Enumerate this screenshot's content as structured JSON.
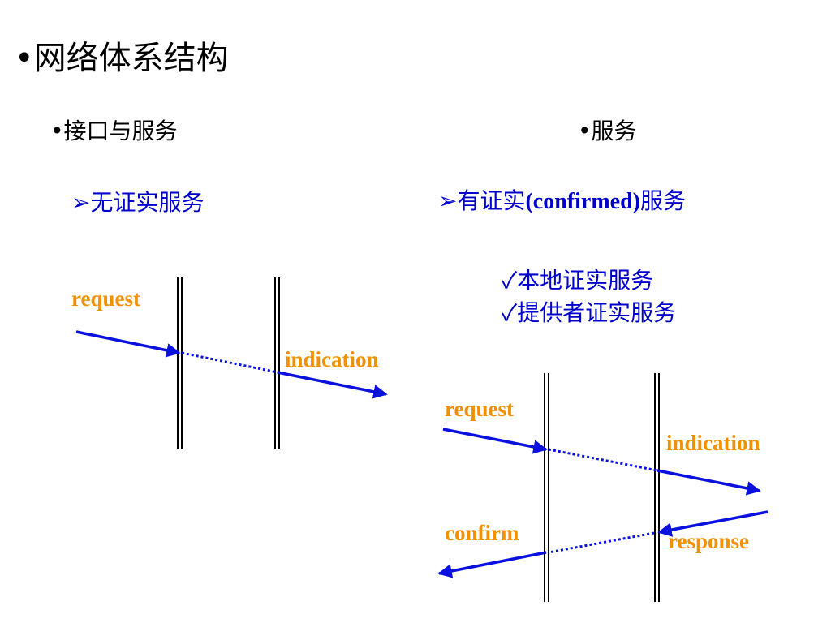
{
  "title": "•网络体系结构",
  "left": {
    "heading": "•接口与服务",
    "subheading": "➢无证实服务",
    "labels": {
      "request": "request",
      "indication": "indication"
    }
  },
  "right": {
    "heading": "•服务",
    "subheading_pre": "➢有证实",
    "subheading_latin": "(confirmed)",
    "subheading_post": "服务",
    "checks": [
      "✓本地证实服务",
      "✓提供者证实服务"
    ],
    "labels": {
      "request": "request",
      "indication": "indication",
      "confirm": "confirm",
      "response": "response"
    }
  },
  "colors": {
    "arrow": "#0a10dd",
    "label": "#f39000",
    "subheading": "#0000cc",
    "heading": "#000000"
  }
}
